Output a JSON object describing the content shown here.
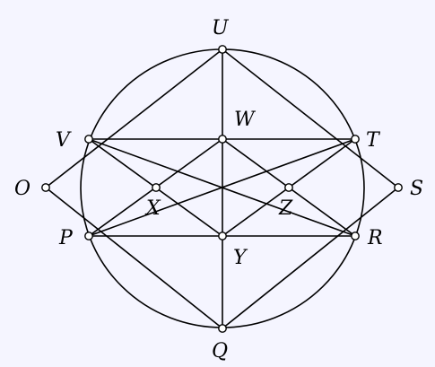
{
  "points": {
    "U": {
      "label": "U"
    },
    "V": {
      "label": "V"
    },
    "W": {
      "label": "W"
    },
    "T": {
      "label": "T"
    },
    "O": {
      "label": "O"
    },
    "X": {
      "label": "X"
    },
    "Z": {
      "label": "Z"
    },
    "S": {
      "label": "S"
    },
    "P": {
      "label": "P"
    },
    "Y": {
      "label": "Y"
    },
    "R": {
      "label": "R"
    },
    "Q": {
      "label": "Q"
    }
  },
  "segments": [
    [
      "U",
      "Q"
    ],
    [
      "V",
      "T"
    ],
    [
      "P",
      "R"
    ],
    [
      "U",
      "O"
    ],
    [
      "O",
      "Q"
    ],
    [
      "U",
      "S"
    ],
    [
      "S",
      "Q"
    ],
    [
      "V",
      "R"
    ],
    [
      "T",
      "P"
    ],
    [
      "W",
      "P"
    ],
    [
      "W",
      "R"
    ],
    [
      "Y",
      "V"
    ],
    [
      "Y",
      "T"
    ]
  ]
}
